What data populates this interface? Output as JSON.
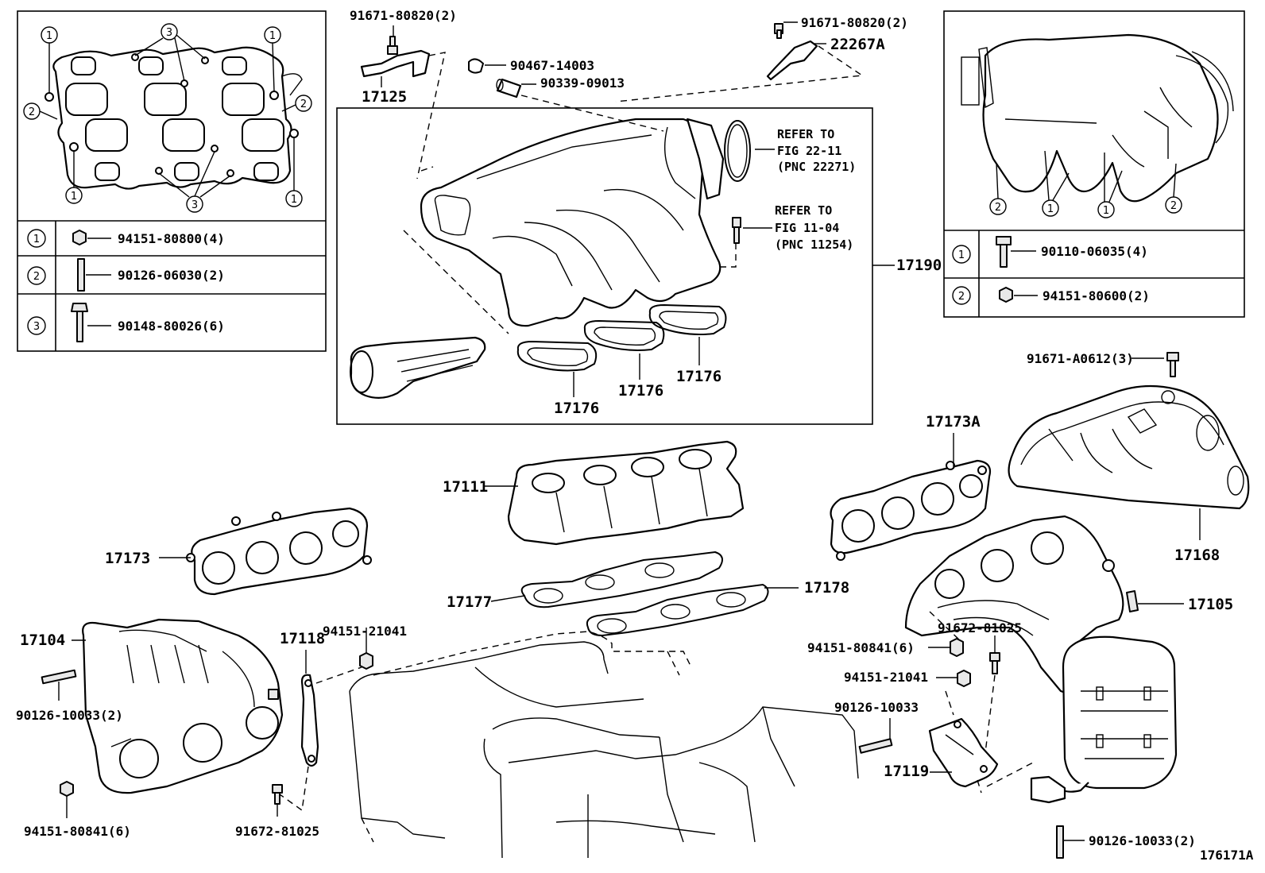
{
  "figure_id": "176171A",
  "left_legend": {
    "rows": [
      {
        "key": "1",
        "part": "94151-80800(4)"
      },
      {
        "key": "2",
        "part": "90126-06030(2)"
      },
      {
        "key": "3",
        "part": "90148-80026(6)"
      }
    ]
  },
  "right_legend": {
    "rows": [
      {
        "key": "1",
        "part": "90110-06035(4)"
      },
      {
        "key": "2",
        "part": "94151-80600(2)"
      }
    ]
  },
  "callout_numbers": {
    "one": "1",
    "two": "2",
    "three": "3"
  },
  "references": {
    "ref1": [
      "REFER TO",
      "FIG 22-11",
      "(PNC 22271)"
    ],
    "ref2": [
      "REFER TO",
      "FIG 11-04",
      "(PNC 11254)"
    ]
  },
  "labels": {
    "p91671_80820_a": "91671-80820(2)",
    "p91671_80820_b": "91671-80820(2)",
    "p22267A": "22267A",
    "p17125": "17125",
    "p90467": "90467-14003",
    "p90339": "90339-09013",
    "p17190": "17190",
    "p17176_a": "17176",
    "p17176_b": "17176",
    "p17176_c": "17176",
    "p91671_A0612": "91671-A0612(3)",
    "p17173A": "17173A",
    "p17168": "17168",
    "p17111": "17111",
    "p17173": "17173",
    "p17177": "17177",
    "p17178": "17178",
    "p17105": "17105",
    "p17104": "17104",
    "p17118": "17118",
    "p94151_21041_a": "94151-21041",
    "p94151_21041_b": "94151-21041",
    "p94151_80841_a": "94151-80841(6)",
    "p94151_80841_b": "94151-80841(6)",
    "p91672_81025_a": "91672-81025",
    "p91672_81025_b": "91672-81025",
    "p90126_10033_a": "90126-10033(2)",
    "p90126_10033_b": "90126-10033",
    "p90126_10033_c": "90126-10033(2)",
    "p17119": "17119"
  }
}
